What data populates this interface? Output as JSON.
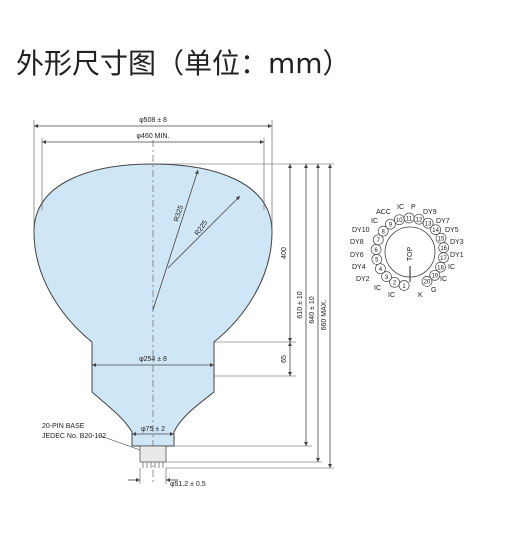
{
  "title": "外形尺寸图（单位：mm）",
  "colors": {
    "tube_fill": "#cfe6f6",
    "line": "#444444",
    "dim": "#555555"
  },
  "dimensions": {
    "overall_width": "φ508 ± 8",
    "min_width": "φ460 MIN.",
    "radius_large": "R325",
    "radius_small": "R225",
    "neck_width": "φ254 ± 8",
    "base_width": "φ75 ± 2",
    "pin_width": "φ51.2 ± 0.5",
    "h400": "400",
    "h65": "65",
    "h610": "610 ± 10",
    "h640": "640 ± 10",
    "h660": "660 MAX."
  },
  "base_note": {
    "line1": "20-PIN BASE",
    "line2": "JEDEC No. B20-102"
  },
  "pin_diagram": {
    "pins": [
      "1",
      "2",
      "3",
      "4",
      "5",
      "6",
      "7",
      "8",
      "9",
      "10",
      "11",
      "12",
      "13",
      "14",
      "15",
      "16",
      "17",
      "18",
      "19",
      "20"
    ],
    "labels": {
      "acc": "ACC",
      "ic_top": "IC",
      "p": "P",
      "dy9": "DY9",
      "ic_left": "IC",
      "dy7": "DY7",
      "dy10": "DY10",
      "dy5": "DY5",
      "dy8": "DY8",
      "dy3": "DY3",
      "dy6": "DY6",
      "dy1": "DY1",
      "dy4": "DY4",
      "ic_right": "IC",
      "dy2": "DY2",
      "ic_r2": "IC",
      "ic_bl": "IC",
      "g": "G",
      "ic_bottom": "IC",
      "k": "K"
    }
  }
}
